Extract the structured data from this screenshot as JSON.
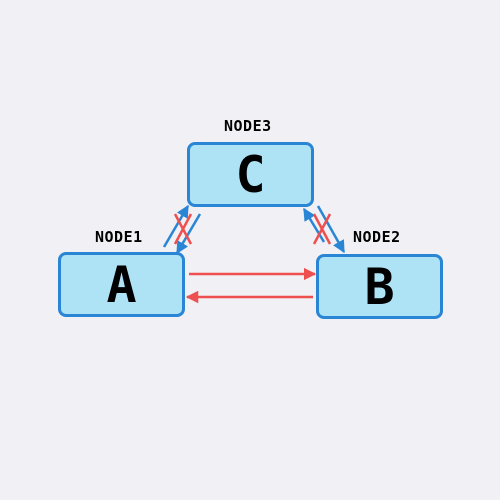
{
  "nodes": {
    "a": {
      "letter": "A",
      "caption": "NODE1"
    },
    "b": {
      "letter": "B",
      "caption": "NODE2"
    },
    "c": {
      "letter": "C",
      "caption": "NODE3"
    }
  },
  "colors": {
    "node_fill": "#aee3f6",
    "node_border": "#2a86d4",
    "edge_blue": "#2a86d4",
    "edge_red": "#ee4f4f",
    "blocked_mark": "#ee4f4f",
    "background": "#f0f0f5"
  },
  "edges": [
    {
      "from": "a",
      "to": "b",
      "color": "red",
      "blocked": false
    },
    {
      "from": "b",
      "to": "a",
      "color": "red",
      "blocked": false
    },
    {
      "from": "a",
      "to": "c",
      "color": "blue",
      "blocked": true
    },
    {
      "from": "c",
      "to": "a",
      "color": "blue",
      "blocked": true
    },
    {
      "from": "b",
      "to": "c",
      "color": "blue",
      "blocked": true
    },
    {
      "from": "c",
      "to": "b",
      "color": "blue",
      "blocked": true
    }
  ]
}
